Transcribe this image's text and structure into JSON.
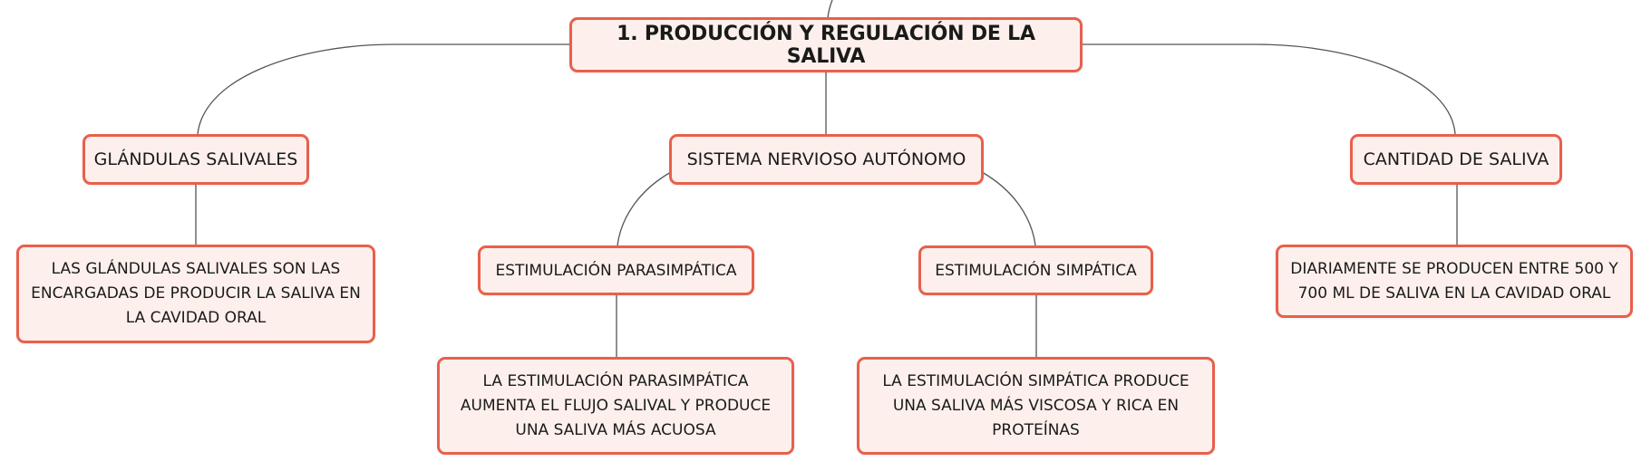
{
  "root": {
    "title": "1. PRODUCCIÓN Y REGULACIÓN DE LA SALIVA"
  },
  "branches": {
    "glandulas": {
      "label": "GLÁNDULAS SALIVALES",
      "detail": "LAS GLÁNDULAS SALIVALES SON LAS ENCARGADAS DE PRODUCIR LA SALIVA EN LA CAVIDAD ORAL"
    },
    "sistema_nervioso": {
      "label": "SISTEMA NERVIOSO AUTÓNOMO",
      "parasimpatica": {
        "label": "ESTIMULACIÓN PARASIMPÁTICA",
        "detail": "LA ESTIMULACIÓN PARASIMPÁTICA AUMENTA EL FLUJO SALIVAL Y PRODUCE UNA SALIVA MÁS ACUOSA"
      },
      "simpatica": {
        "label": "ESTIMULACIÓN SIMPÁTICA",
        "detail": "LA ESTIMULACIÓN SIMPÁTICA PRODUCE UNA SALIVA MÁS VISCOSA Y RICA EN PROTEÍNAS"
      }
    },
    "cantidad": {
      "label": "CANTIDAD DE SALIVA",
      "detail": "DIARIAMENTE SE PRODUCEN ENTRE 500 Y 700 ML DE SALIVA EN LA CAVIDAD ORAL"
    }
  },
  "colors": {
    "node_border": "#e8604c",
    "node_fill": "#fdf0ec",
    "connector": "#555555"
  }
}
